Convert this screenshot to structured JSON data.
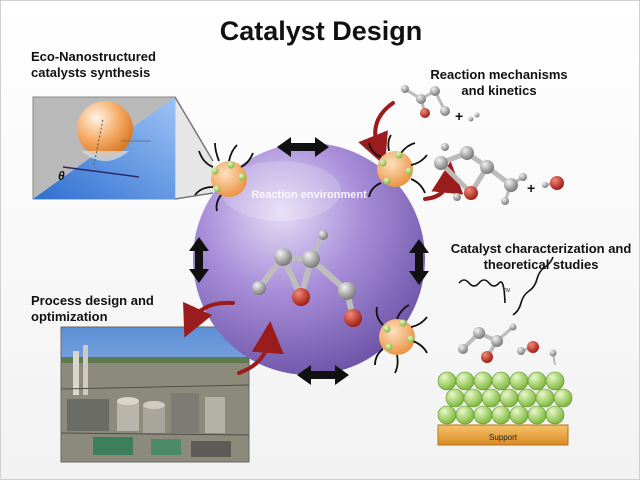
{
  "title": "Catalyst Design",
  "labels": {
    "eco": "Eco-Nanostructured catalysts synthesis",
    "reaction": "Reaction mechanisms and kinetics",
    "characterization": "Catalyst characterization and theoretical studies",
    "process": "Process design and optimization",
    "environment": "Reaction environment",
    "theta": "θ",
    "hv": "hv",
    "support": "Support"
  },
  "colors": {
    "sphere": "#9a7fd0",
    "arrow": "#111111",
    "curved_arrow": "#9b1c1c",
    "surface_atom": "#9bd15a",
    "support": "#e8a540",
    "oxygen": "#c0392b",
    "carbon": "#8c8c8c",
    "nanoparticle": "#f2a65a"
  }
}
